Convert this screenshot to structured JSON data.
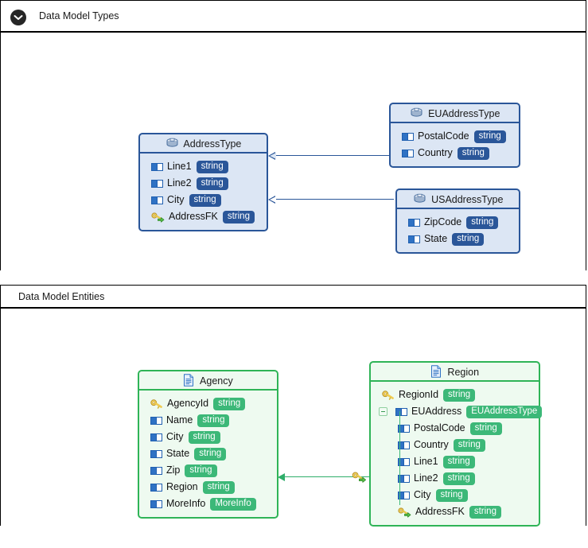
{
  "panels": [
    {
      "id": "types",
      "title": "Data Model Types",
      "collapse_icon": "chevron-down-icon"
    },
    {
      "id": "entities",
      "title": "Data Model Entities"
    }
  ],
  "types_diagram": {
    "nodes": [
      {
        "name": "AddressType",
        "icon": "complex-type-icon",
        "fields": [
          {
            "name": "Line1",
            "type": "string",
            "icon": "attribute-icon"
          },
          {
            "name": "Line2",
            "type": "string",
            "icon": "attribute-icon"
          },
          {
            "name": "City",
            "type": "string",
            "icon": "attribute-icon"
          },
          {
            "name": "AddressFK",
            "type": "string",
            "icon": "foreign-key-icon"
          }
        ]
      },
      {
        "name": "EUAddressType",
        "icon": "complex-type-icon",
        "fields": [
          {
            "name": "PostalCode",
            "type": "string",
            "icon": "attribute-icon"
          },
          {
            "name": "Country",
            "type": "string",
            "icon": "attribute-icon"
          }
        ]
      },
      {
        "name": "USAddressType",
        "icon": "complex-type-icon",
        "fields": [
          {
            "name": "ZipCode",
            "type": "string",
            "icon": "attribute-icon"
          },
          {
            "name": "State",
            "type": "string",
            "icon": "attribute-icon"
          }
        ]
      }
    ],
    "connectors": [
      {
        "from": "EUAddressType",
        "to": "AddressType",
        "arrow": "hollow-triangle"
      },
      {
        "from": "USAddressType",
        "to": "AddressType",
        "arrow": "hollow-triangle"
      }
    ]
  },
  "entities_diagram": {
    "nodes": [
      {
        "name": "Agency",
        "icon": "entity-icon",
        "fields": [
          {
            "name": "AgencyId",
            "type": "string",
            "icon": "primary-key-icon"
          },
          {
            "name": "Name",
            "type": "string",
            "icon": "attribute-icon"
          },
          {
            "name": "City",
            "type": "string",
            "icon": "attribute-icon"
          },
          {
            "name": "State",
            "type": "string",
            "icon": "attribute-icon"
          },
          {
            "name": "Zip",
            "type": "string",
            "icon": "attribute-icon"
          },
          {
            "name": "Region",
            "type": "string",
            "icon": "attribute-icon"
          },
          {
            "name": "MoreInfo",
            "type": "MoreInfo",
            "icon": "attribute-icon"
          }
        ]
      },
      {
        "name": "Region",
        "icon": "entity-icon",
        "fields": [
          {
            "name": "RegionId",
            "type": "string",
            "icon": "primary-key-icon",
            "indent": 0
          },
          {
            "name": "EUAddress",
            "type": "EUAddressType",
            "icon": "attribute-icon",
            "indent": 0,
            "expander": "minus"
          },
          {
            "name": "PostalCode",
            "type": "string",
            "icon": "attribute-icon",
            "indent": 1
          },
          {
            "name": "Country",
            "type": "string",
            "icon": "attribute-icon",
            "indent": 1
          },
          {
            "name": "Line1",
            "type": "string",
            "icon": "attribute-icon",
            "indent": 1
          },
          {
            "name": "Line2",
            "type": "string",
            "icon": "attribute-icon",
            "indent": 1
          },
          {
            "name": "City",
            "type": "string",
            "icon": "attribute-icon",
            "indent": 1
          },
          {
            "name": "AddressFK",
            "type": "string",
            "icon": "foreign-key-icon",
            "indent": 1
          }
        ]
      }
    ],
    "connectors": [
      {
        "from": "Region",
        "to": "Agency",
        "arrow": "solid-triangle",
        "marker": "foreign-key-icon"
      }
    ]
  },
  "colors": {
    "type_border": "#2a5699",
    "type_fill": "#dce6f4",
    "type_badge": "#2a5699",
    "entity_border": "#2fb457",
    "entity_fill": "#eefaf0",
    "entity_badge": "#3cb878",
    "panel_border": "#000000",
    "canvas": "#ffffff"
  }
}
